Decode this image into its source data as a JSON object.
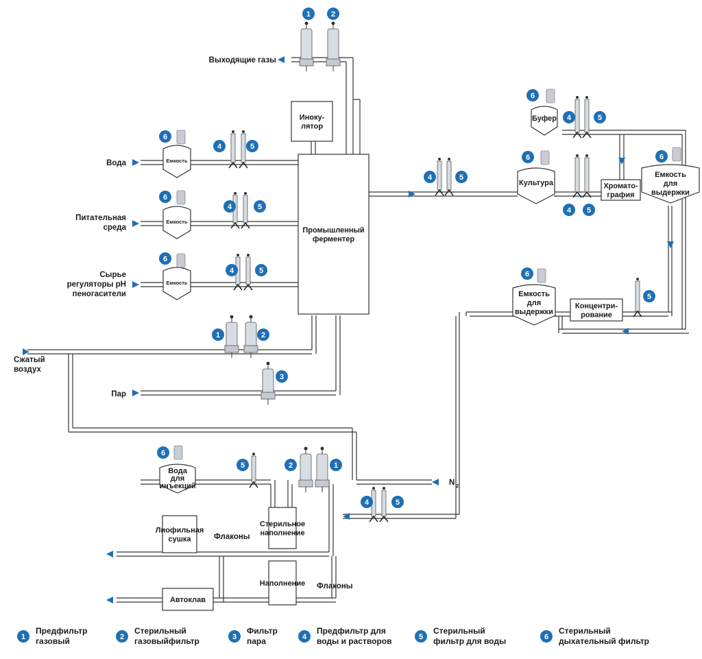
{
  "colors": {
    "badge": "#1f6fb5",
    "arrow": "#1f6fb5",
    "pipe": "#333333",
    "filter_body": "#d8dce3"
  },
  "labels": {
    "exhaust_gases": "Выходящие газы",
    "water": "Вода",
    "nutrient_line1": "Питательная",
    "nutrient_line2": "среда",
    "raw_line1": "Сырье",
    "raw_line2": "регуляторы pH",
    "raw_line3": "пеногасители",
    "compressed_air_line1": "Сжатый",
    "compressed_air_line2": "воздух",
    "steam": "Пар",
    "n2": "N",
    "n2_sub": "2",
    "vials_1": "Флаконы",
    "vials_2": "Флаконы"
  },
  "boxes": {
    "inoculator_line1": "Иноку-",
    "inoculator_line2": "лятор",
    "fermenter_line1": "Промышленный",
    "fermenter_line2": "ферментер",
    "chromatography_line1": "Хромато-",
    "chromatography_line2": "графия",
    "concentration_line1": "Концентри-",
    "concentration_line2": "рование",
    "sterile_filling_line1": "Стерильное",
    "sterile_filling_line2": "наполнение",
    "lyophilic_line1": "Лиофильная",
    "lyophilic_line2": "сушка",
    "filling": "Наполнение",
    "autoclave": "Автоклав"
  },
  "tanks": {
    "container": "Емкость",
    "buffer": "Буфер",
    "culture": "Культура",
    "holding_line1": "Емкость",
    "holding_line2": "для",
    "holding_line3": "выдержки",
    "wfi_line1": "Вода",
    "wfi_line2": "для",
    "wfi_line3": "инъекций"
  },
  "badges": [
    "1",
    "2",
    "3",
    "4",
    "5",
    "6"
  ],
  "legend": [
    {
      "num": "1",
      "line1": "Предфильтр",
      "line2": "газовый"
    },
    {
      "num": "2",
      "line1": "Стерильный",
      "line2": "газовыйфильтр"
    },
    {
      "num": "3",
      "line1": "Фильтр",
      "line2": "пара"
    },
    {
      "num": "4",
      "line1": "Предфильтр для",
      "line2": "воды и растворов"
    },
    {
      "num": "5",
      "line1": "Стерильный",
      "line2": "фильтр для воды"
    },
    {
      "num": "6",
      "line1": "Стерильный",
      "line2": "дыхательный фильтр"
    }
  ]
}
